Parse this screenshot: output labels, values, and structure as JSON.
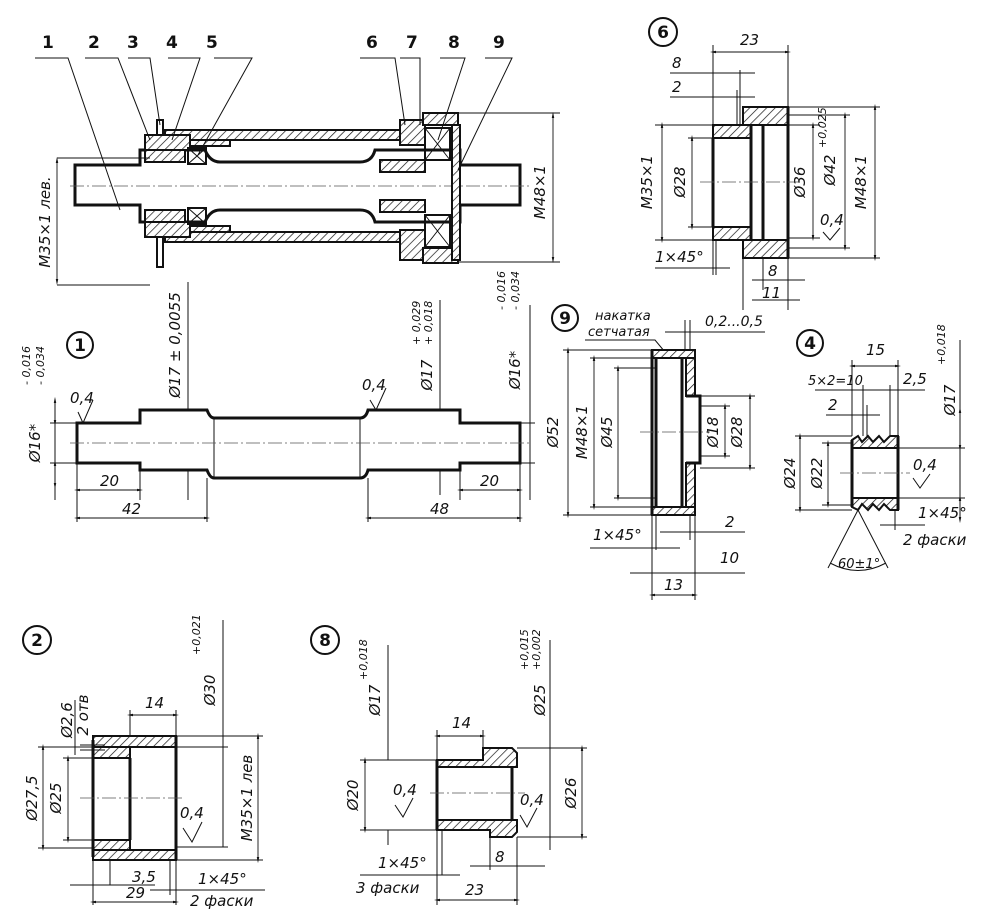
{
  "assembly": {
    "callouts": [
      "1",
      "2",
      "3",
      "4",
      "5",
      "6",
      "7",
      "8",
      "9"
    ],
    "thread_left": "M35×1 лев.",
    "thread_right": "M48×1"
  },
  "part1": {
    "id": "1",
    "d_left": "Ø16*",
    "tol_left": [
      "- 0,016",
      "- 0,034"
    ],
    "rough_left": "0,4",
    "d_mid": "Ø17 ± 0,0055",
    "rough_right": "0,4",
    "d_right": "Ø17",
    "tol_right": [
      "+ 0,029",
      "+ 0,018"
    ],
    "d_end": "Ø16*",
    "tol_end": [
      "- 0,016",
      "- 0,034"
    ],
    "lengths": [
      "20",
      "42",
      "48",
      "20"
    ]
  },
  "part6": {
    "id": "6",
    "len_total": "23",
    "len_a": "8",
    "len_b": "2",
    "thread_small": "M35×1",
    "d_bore": "Ø28",
    "d_inner": "Ø36",
    "d_seat": "Ø42",
    "tol_seat": "+0,025",
    "thread_big": "M48×1",
    "rough": "0,4",
    "chamfer": "1×45°",
    "len_c": "8",
    "len_d": "11"
  },
  "part9": {
    "id": "9",
    "note": [
      "накатка",
      "сетчатая"
    ],
    "gap": "0,2...0,5",
    "d_outer": "Ø52",
    "thread": "M48×1",
    "d_inner": "Ø45",
    "d_hole": "Ø18",
    "d_hub": "Ø28",
    "chamfer": "1×45°",
    "len_a": "2",
    "len_b": "10",
    "len_c": "13"
  },
  "part4": {
    "id": "4",
    "len": "15",
    "pitch": "5×2=10",
    "len_b": "2,5",
    "len_c": "2",
    "d_bore": "Ø17",
    "tol_bore": "+0,018",
    "d_outer": "Ø24",
    "d_root": "Ø22",
    "rough": "0,4",
    "chamfer": "1×45°",
    "chamfer_note": "2 фаски",
    "angle": "60±1°"
  },
  "part2": {
    "id": "2",
    "d_holes": "Ø2,6",
    "holes_note": "2 отв",
    "len": "14",
    "d_seat": "Ø30",
    "tol_seat": "+0,021",
    "d_a": "Ø27,5",
    "d_b": "Ø25",
    "rough": "0,4",
    "thread": "M35×1 лев",
    "len_b": "3,5",
    "len_total": "29",
    "chamfer": "1×45°",
    "chamfer_note": "2 фаски"
  },
  "part8": {
    "id": "8",
    "d_bore": "Ø17",
    "tol_bore": "+0,018",
    "len": "14",
    "d_seat": "Ø25",
    "tol_seat": [
      "+0,015",
      "+0,002"
    ],
    "d_a": "Ø20",
    "rough_a": "0,4",
    "rough_b": "0,4",
    "d_b": "Ø26",
    "chamfer": "1×45°",
    "chamfer_note": "3 фаски",
    "len_b": "8",
    "len_total": "23"
  }
}
